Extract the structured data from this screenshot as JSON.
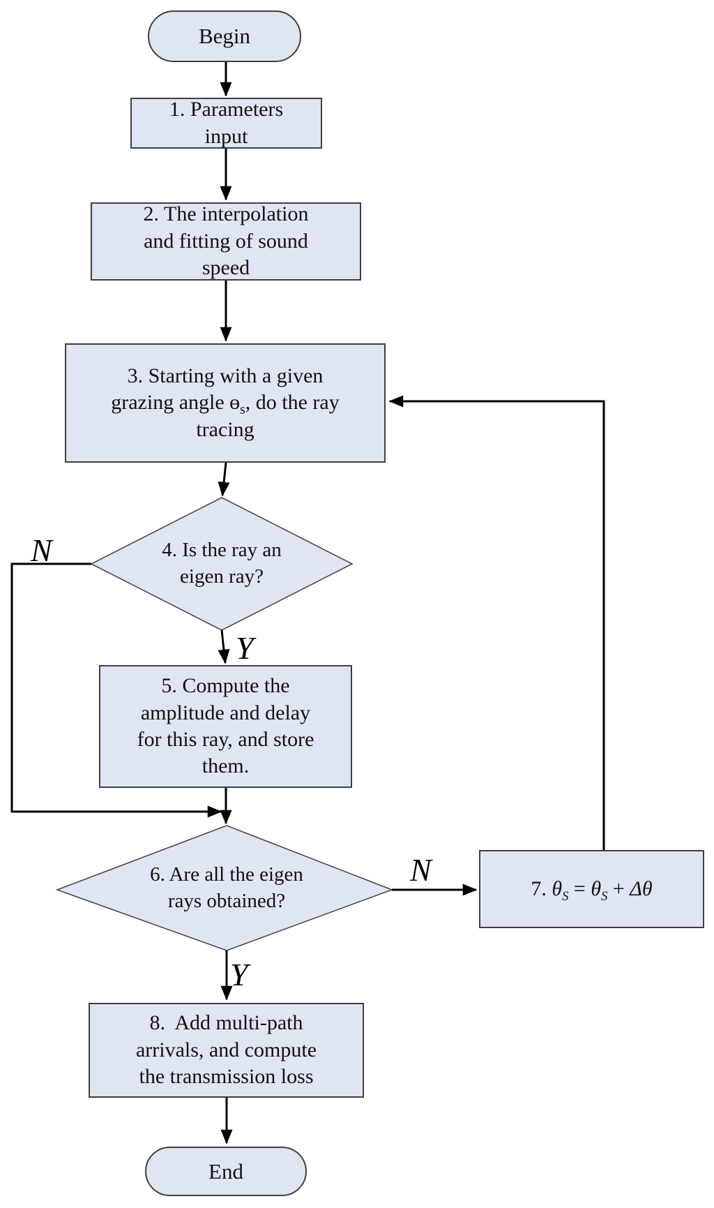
{
  "flowchart": {
    "nodes": {
      "begin": {
        "label": "Begin"
      },
      "step1": {
        "label": "1. Parameters\ninput"
      },
      "step2": {
        "label": "2. The interpolation\nand fitting of sound\nspeed"
      },
      "step3": {
        "pre": "3. Starting with a given\ngrazing angle ɵ",
        "sub": "s",
        "post": ", do the ray\ntracing"
      },
      "step4": {
        "label": "4. Is the ray an\neigen ray?"
      },
      "step5": {
        "label": "5. Compute the\namplitude and delay\nfor this ray, and store\nthem."
      },
      "step6": {
        "label": "6. Are all the eigen\nrays obtained?"
      },
      "step7": {
        "num": "7. ",
        "theta1": "θ",
        "sub1": "S",
        "eq": " = ",
        "theta2": "θ",
        "sub2": "S",
        "plus": " + ",
        "delta": "Δ",
        "theta3": "θ"
      },
      "step8": {
        "label": "8.  Add multi-path\narrivals, and compute\nthe transmission loss"
      },
      "end": {
        "label": "End"
      }
    },
    "branch_labels": {
      "step4_no": "N",
      "step4_yes": "Y",
      "step6_no": "N",
      "step6_yes": "Y"
    },
    "colors": {
      "node_fill": "#dfe5f2",
      "node_border": "#3f3f3f",
      "arrow": "#000000"
    }
  }
}
